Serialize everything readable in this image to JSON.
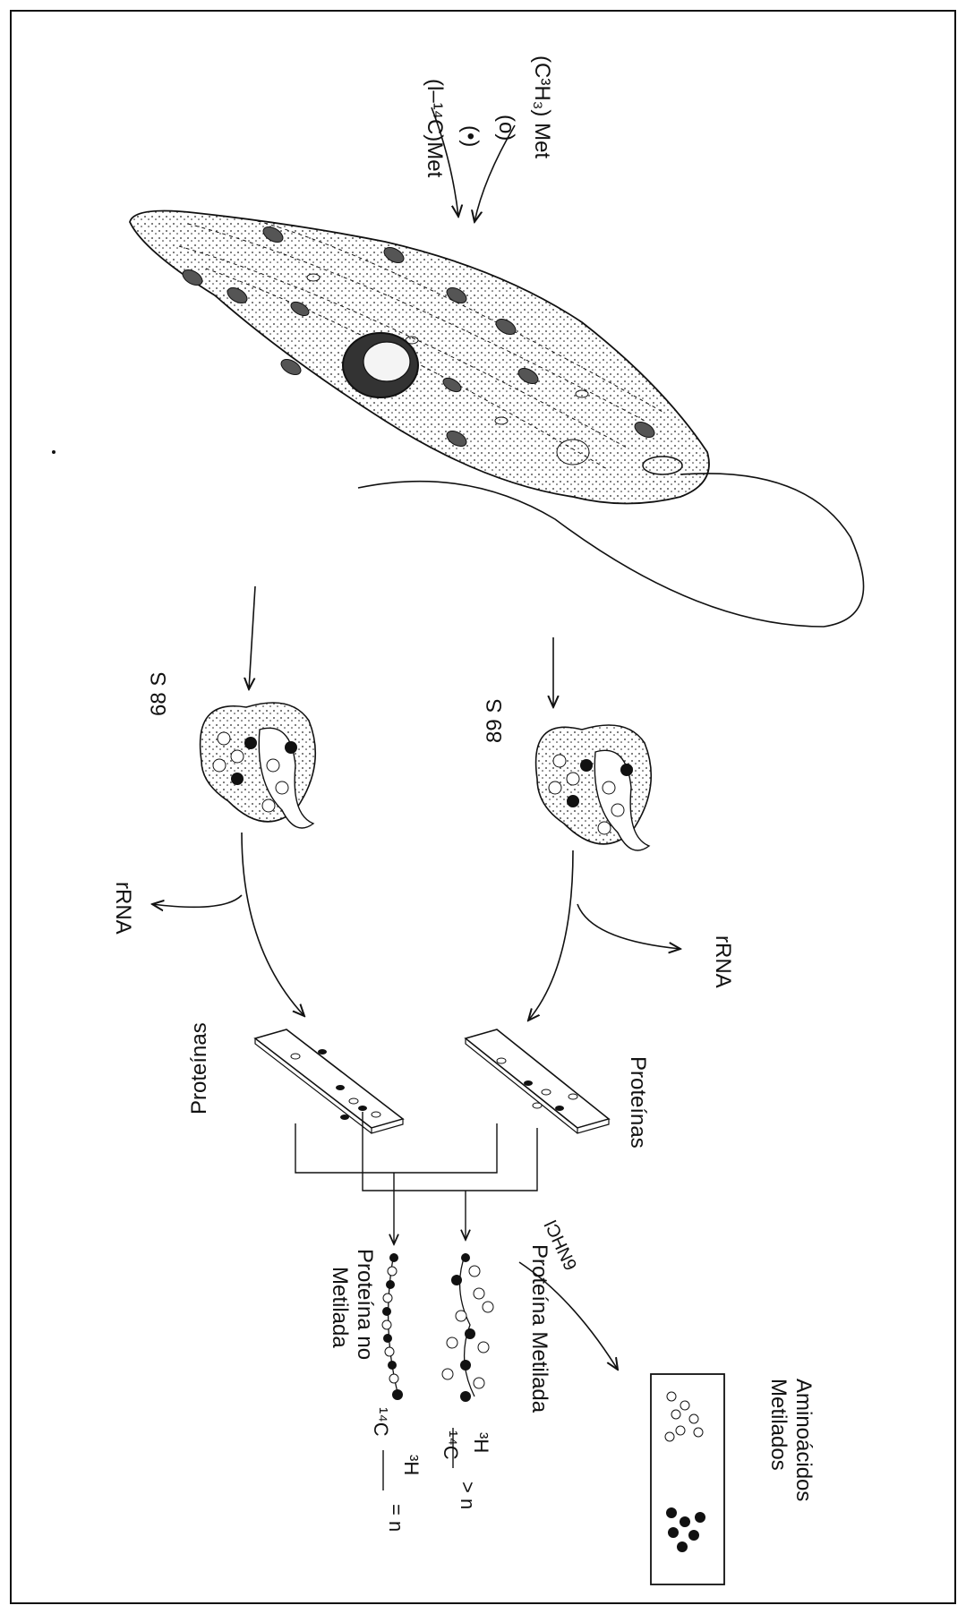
{
  "figure": {
    "labels": {
      "tracer_tritium": "(C³H₃) Met",
      "tracer_tritium_symbol": "(o)",
      "tracer_carbon": "(l–¹⁴C)Met",
      "tracer_carbon_symbol": "(•)",
      "ribosome_upper": "89 S",
      "ribosome_lower": "68 S",
      "rrna_upper": "rRNA",
      "rrna_lower": "rRNA",
      "proteins_upper": "Proteínas",
      "proteins_lower": "Proteínas",
      "methylated_protein": "Proteína Metilada",
      "unmethylated_protein_1": "Proteína no",
      "unmethylated_protein_2": "Metilada",
      "hydrolysis": "6NHCl",
      "amino_acids_1": "Aminoácidos",
      "amino_acids_2": "Metilados",
      "ratio_methylated_num": "³H",
      "ratio_methylated_den": "¹⁴C",
      "ratio_methylated_rel": "> n",
      "ratio_unmethylated_num": "³H",
      "ratio_unmethylated_den": "¹⁴C",
      "ratio_unmethylated_rel": "= n"
    },
    "colors": {
      "ink": "#111111",
      "background": "#ffffff"
    }
  }
}
